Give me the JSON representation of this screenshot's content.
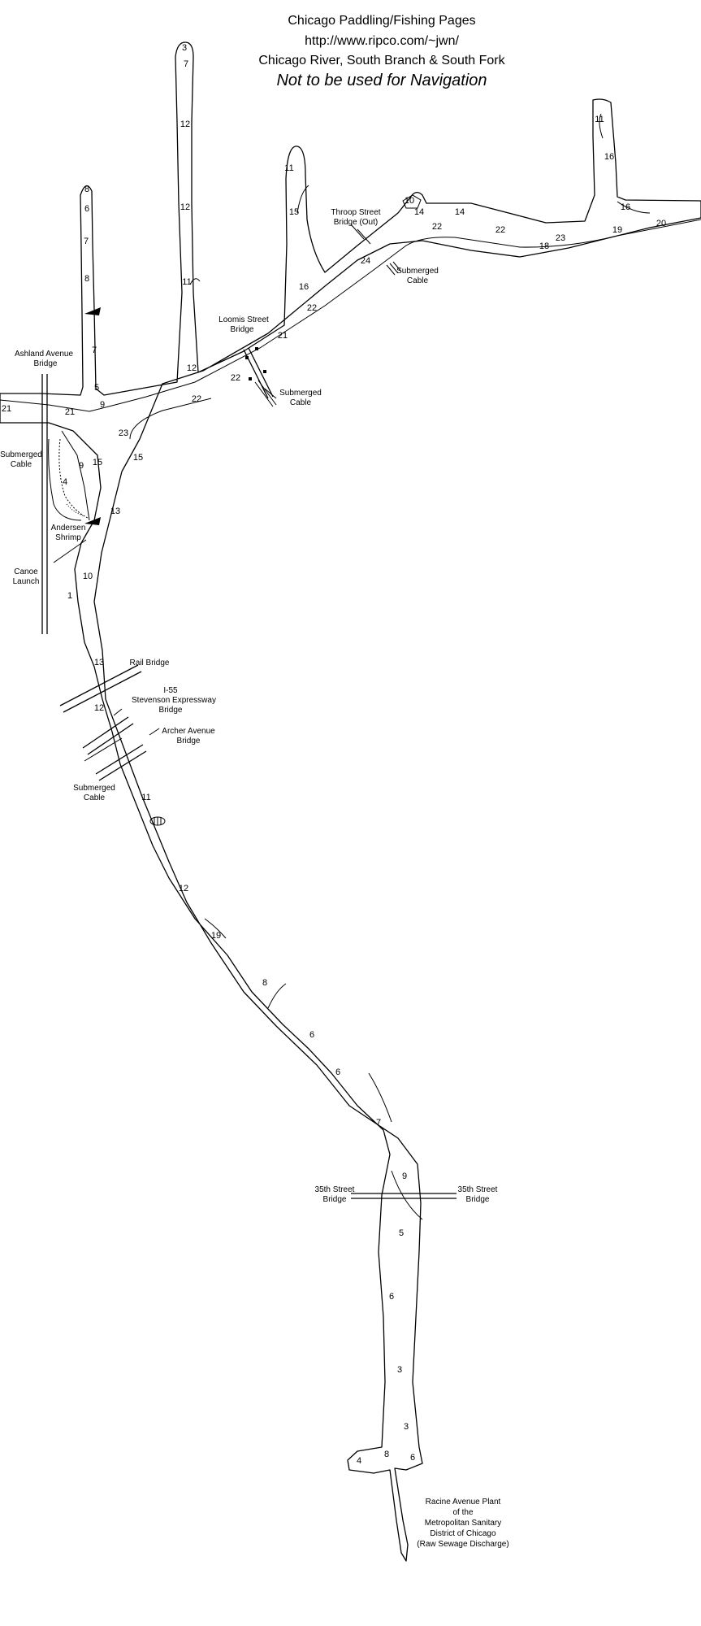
{
  "header": {
    "title": "Chicago Paddling/Fishing Pages",
    "url": "http://www.ripco.com/~jwn/",
    "subtitle": "Chicago River, South Branch & South Fork",
    "warning": "Not to be used for Navigation"
  },
  "labels": {
    "ashland_bridge": [
      "Ashland Avenue",
      "Bridge"
    ],
    "loomis_bridge": [
      "Loomis Street",
      "Bridge"
    ],
    "throop_bridge": [
      "Throop Street",
      "Bridge (Out)"
    ],
    "submerged_cable": [
      "Submerged",
      "Cable"
    ],
    "andersen_shrimp": [
      "Andersen",
      "Shrimp"
    ],
    "canoe_launch": [
      "Canoe",
      "Launch"
    ],
    "rail_bridge": [
      "Rail Bridge"
    ],
    "i55_bridge": [
      "I-55",
      "Stevenson Expressway",
      "Bridge"
    ],
    "archer_bridge": [
      "Archer Avenue",
      "Bridge"
    ],
    "street35_bridge": [
      "35th Street",
      "Bridge"
    ],
    "racine_plant": [
      "Racine Avenue Plant",
      "of the",
      "Metropolitan Sanitary",
      "District of Chicago",
      "(Raw Sewage Discharge)"
    ]
  },
  "depths": [
    "3",
    "7",
    "12",
    "12",
    "11",
    "12",
    "8",
    "6",
    "7",
    "8",
    "7",
    "5",
    "9",
    "11",
    "15",
    "16",
    "22",
    "21",
    "22",
    "22",
    "10",
    "14",
    "14",
    "22",
    "22",
    "24",
    "18",
    "23",
    "19",
    "20",
    "16",
    "11",
    "16",
    "21",
    "21",
    "23",
    "9",
    "15",
    "15",
    "4",
    "13",
    "10",
    "1",
    "13",
    "12",
    "11",
    "12",
    "19",
    "8",
    "6",
    "6",
    "7",
    "9",
    "5",
    "6",
    "3",
    "3",
    "4",
    "8",
    "6"
  ]
}
